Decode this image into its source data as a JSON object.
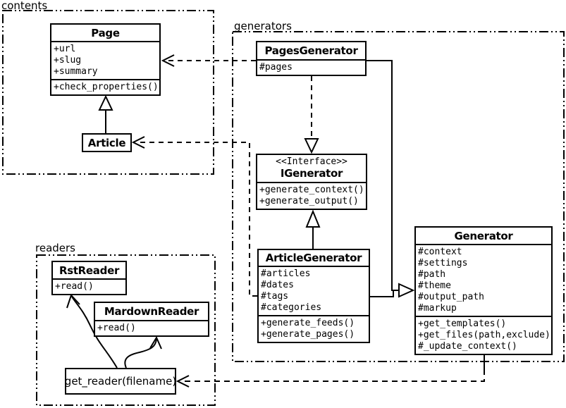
{
  "diagram_type": "uml-class-diagram",
  "colors": {
    "line": "#000000",
    "background": "#ffffff",
    "box_fill": "#ffffff",
    "text": "#000000"
  },
  "packages": {
    "contents": {
      "label": "contents"
    },
    "generators": {
      "label": "generators"
    },
    "readers": {
      "label": "readers"
    }
  },
  "classes": {
    "page": {
      "title": "Page",
      "attributes": [
        "+url",
        "+slug",
        "+summary"
      ],
      "methods": [
        "+check_properties()"
      ]
    },
    "article": {
      "title": "Article"
    },
    "pages_generator": {
      "title": "PagesGenerator",
      "attributes": [
        "#pages"
      ]
    },
    "igenerator": {
      "stereotype": "<<Interface>>",
      "title": "IGenerator",
      "methods": [
        "+generate_context()",
        "+generate_output()"
      ]
    },
    "article_generator": {
      "title": "ArticleGenerator",
      "attributes": [
        "#articles",
        "#dates",
        "#tags",
        "#categories"
      ],
      "methods": [
        "+generate_feeds()",
        "+generate_pages()"
      ]
    },
    "generator": {
      "title": "Generator",
      "attributes": [
        "#context",
        "#settings",
        "#path",
        "#theme",
        "#output_path",
        "#markup"
      ],
      "methods": [
        "+get_templates()",
        "+get_files(path,exclude)",
        "#_update_context()"
      ]
    },
    "rst_reader": {
      "title": "RstReader",
      "methods": [
        "+read()"
      ]
    },
    "markdown_reader": {
      "title": "MardownReader",
      "methods": [
        "+read()"
      ]
    },
    "get_reader": {
      "label": "get_reader(filename)"
    }
  },
  "relationships": [
    {
      "from": "Article",
      "to": "Page",
      "type": "inheritance-solid-hollow-triangle"
    },
    {
      "from": "PagesGenerator",
      "to": "Page",
      "type": "dependency-dashed-open-arrow"
    },
    {
      "from": "PagesGenerator",
      "to": "IGenerator",
      "type": "realization-dashed-hollow-triangle"
    },
    {
      "from": "ArticleGenerator",
      "to": "IGenerator",
      "type": "inheritance-solid-hollow-triangle"
    },
    {
      "from": "PagesGenerator",
      "to": "Generator",
      "type": "inheritance-solid-hollow-triangle"
    },
    {
      "from": "ArticleGenerator",
      "to": "Generator",
      "type": "inheritance-solid-hollow-triangle"
    },
    {
      "from": "ArticleGenerator",
      "to": "Article",
      "type": "dependency-dashed-open-arrow"
    },
    {
      "from": "Generator",
      "to": "get_reader(filename)",
      "type": "dependency-dashed-open-arrow"
    },
    {
      "from": "get_reader(filename)",
      "to": "RstReader",
      "type": "curved-open-arrow"
    },
    {
      "from": "get_reader(filename)",
      "to": "MardownReader",
      "type": "curved-open-arrow"
    }
  ]
}
